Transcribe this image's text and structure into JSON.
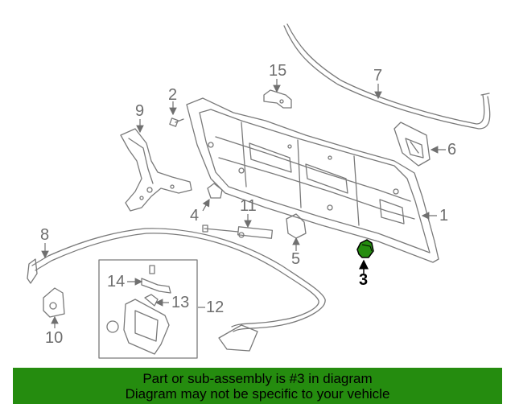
{
  "callouts": {
    "c1": "1",
    "c2": "2",
    "c3": "3",
    "c4": "4",
    "c5": "5",
    "c6": "6",
    "c7": "7",
    "c8": "8",
    "c9": "9",
    "c10": "10",
    "c11": "11",
    "c12": "12",
    "c13": "13",
    "c14": "14",
    "c15": "15"
  },
  "highlight": {
    "part": "3",
    "color": "#258c0f"
  },
  "banner": {
    "line1": "Part or sub-assembly is #3 in diagram",
    "line2": "Diagram may not be specific to your vehicle",
    "color": "#258c0f"
  }
}
